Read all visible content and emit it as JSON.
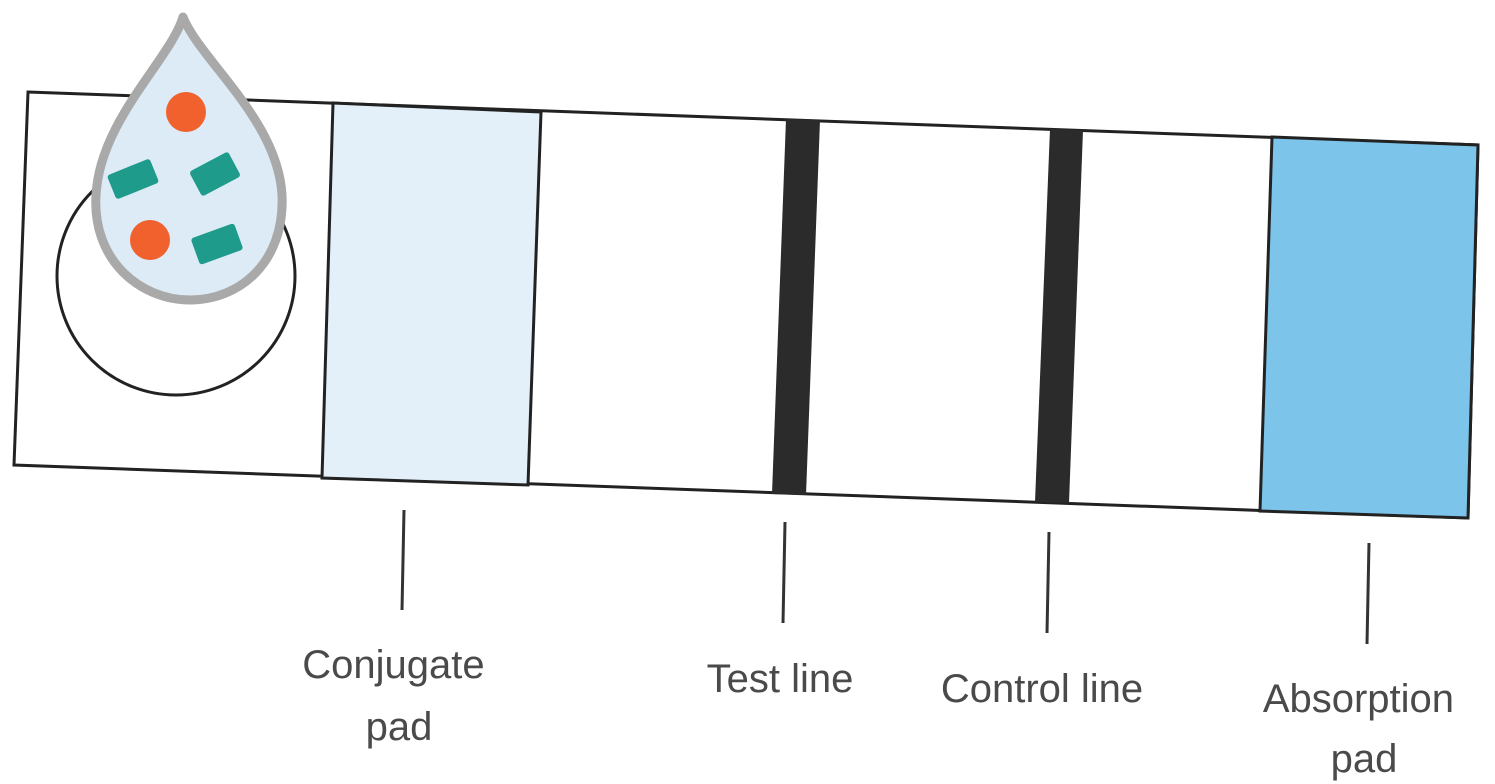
{
  "labels": {
    "conjugate_pad": [
      "Conjugate",
      "pad"
    ],
    "test_line": "Test line",
    "control_line": "Control line",
    "absorption_pad": [
      "Absorption",
      "pad"
    ]
  },
  "colors": {
    "outline": "#222222",
    "conjugate_pad_fill": "#e3f0fa",
    "absorption_pad_fill": "#7cc4ea",
    "line_fill": "#2b2b2b",
    "drop_fill": "#dcebf5",
    "drop_stroke": "#a9a9a9",
    "antigen": "#f0612e",
    "antibody": "#1f9b8c",
    "label_text": "#4a4a4a"
  }
}
